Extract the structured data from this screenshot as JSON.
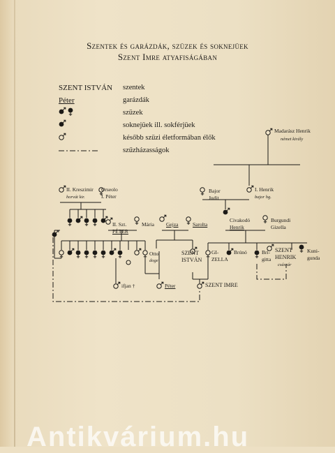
{
  "title": {
    "line1": "Szentek és garázdák, szüzek és soknejüek",
    "line2": "Szent Imre atyafiságában"
  },
  "legend": [
    {
      "symbol": "SZENT ISTVÁN",
      "text": "szentek",
      "underline": false
    },
    {
      "symbol": "Péter",
      "text": "garázdák",
      "underline": true
    },
    {
      "symbol": "",
      "text": "szüzek",
      "icon": "filled-circle-icons"
    },
    {
      "symbol": "",
      "text": "soknejüek ill. sokférjüek",
      "icon": "male-filled-icon"
    },
    {
      "symbol": "",
      "text": "később szüzi életformában élők",
      "icon": "male-open-icon"
    },
    {
      "symbol": "",
      "text": "szűzházasságok",
      "icon": "dash-dot-line-icon"
    }
  ],
  "people": {
    "madarasz": {
      "name": "Madarász Henrik",
      "sub": "német király"
    },
    "bajor_judit": {
      "name": "Bajor",
      "name2": "Judit"
    },
    "henrik1": {
      "name": "I. Henrik",
      "sub": "bajor hg."
    },
    "kreszimir": {
      "name": "II. Kreszimir",
      "sub": "horvát kir."
    },
    "orseolo": {
      "name": "Orseolo",
      "name2": "I. Péter"
    },
    "ii_szt_peter": {
      "name": "II. Szt.",
      "name2": "PÉTER"
    },
    "maria": {
      "name": "Mária"
    },
    "gejza": {
      "name": "Gejza"
    },
    "sarolta": {
      "name": "Sarolta"
    },
    "civakodo": {
      "name": "Civakodó",
      "name2": "Henrik"
    },
    "burgundi": {
      "name": "Burgundi",
      "name2": "Gizella"
    },
    "otto": {
      "name": "Otto",
      "sub": "doge"
    },
    "szent_istvan": {
      "name": "SZENT",
      "name2": "ISTVÁN"
    },
    "gizella": {
      "name": "GI-",
      "name2": "ZELLA"
    },
    "bruno": {
      "name": "Brúnó"
    },
    "brigitta": {
      "name": "Bri-",
      "name2": "gitta"
    },
    "szent_henrik": {
      "name": "SZENT",
      "name2": "HENRIK",
      "sub": "császár"
    },
    "kunigunda": {
      "name": "Kuni-",
      "name2": "gunda"
    },
    "ifjan": {
      "name": "ifjan †"
    },
    "peter": {
      "name": "Péter"
    },
    "szent_imre": {
      "name": "SZENT IMRE"
    }
  },
  "watermark": "Antikvárium.hu"
}
